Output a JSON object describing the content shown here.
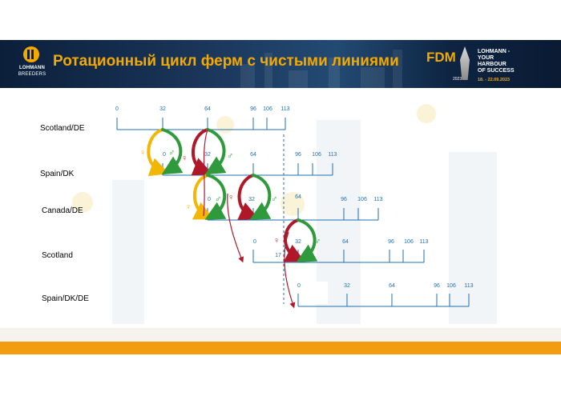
{
  "header": {
    "title": "Ротационный цикл ферм с чистыми линиями",
    "brand": {
      "name": "LOHMANN",
      "sub": "BREEDERS"
    },
    "event": {
      "logo": "FDM",
      "year": "2023",
      "tagline_1": "LOHMANN -",
      "tagline_2": "YOUR",
      "tagline_3": "HARBOUR",
      "tagline_4": "OF SUCCESS",
      "dates": "18. - 22.09.2023"
    }
  },
  "rows": [
    {
      "label": "Scotland/DE",
      "ticks": [
        "0",
        "32",
        "64",
        "96",
        "106",
        "113"
      ]
    },
    {
      "label": "Spain/DK",
      "ticks": [
        "0",
        "32",
        "64",
        "96",
        "106",
        "113"
      ]
    },
    {
      "label": "Canada/DE",
      "ticks": [
        "0",
        "32",
        "64",
        "96",
        "106",
        "113"
      ]
    },
    {
      "label": "Scotland",
      "ticks": [
        "0",
        "32",
        "64",
        "96",
        "106",
        "113"
      ]
    },
    {
      "label": "Spain/DK/DE",
      "ticks": [
        "0",
        "32",
        "64",
        "96",
        "106",
        "113"
      ]
    }
  ],
  "annotations": {
    "marker_17": "17"
  },
  "symbols": {
    "male": "♂",
    "female": "♀"
  },
  "colors": {
    "accent_orange": "#f39c12",
    "title_gold": "#f2a900",
    "header_navy": "#0b1f3a",
    "axis_blue": "#1f6fb2",
    "arrow_yellow": "#f2b705",
    "arrow_red": "#b0182a",
    "arrow_green": "#2e9a3c"
  }
}
